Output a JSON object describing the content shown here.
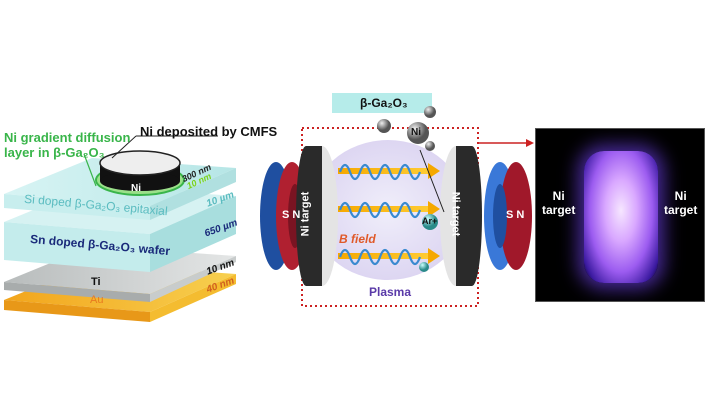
{
  "left_panel": {
    "gradient_label_line1": "Ni gradient diffusion",
    "gradient_label_line2": "layer in β-Ga₂O₃",
    "deposit_label": "Ni deposited by CMFS",
    "ni_disk_label": "Ni",
    "thickness_ni": "300 nm",
    "thickness_diffusion": "10 nm",
    "layers": [
      {
        "name": "Si doped β-Ga₂O₃ epitaxial",
        "thickness": "10 µm"
      },
      {
        "name": "Sn doped β-Ga₂O₃ wafer",
        "thickness": "650 µm"
      },
      {
        "name": "Ti",
        "thickness": "10 nm"
      },
      {
        "name": "Au",
        "thickness": "40 nm"
      }
    ]
  },
  "center_panel": {
    "substrate_label": "β-Ga₂O₃",
    "ni_particle": "Ni",
    "ar_ion": "Ar+",
    "b_field": "B field",
    "plasma": "Plasma",
    "target_left": "Ni target",
    "target_right": "Ni target",
    "magnet_left": "S N",
    "magnet_right": "S N"
  },
  "right_panel": {
    "target_left_l1": "Ni",
    "target_left_l2": "target",
    "target_right_l1": "Ni",
    "target_right_l2": "target"
  },
  "colors": {
    "green": "#39b54a",
    "teal_text": "#5bbcc0",
    "navy_text": "#1a2a7a",
    "au": "#e8a020",
    "red": "#cc2222",
    "plasma": "#5a3aa8",
    "b_field": "#e05a2a"
  }
}
